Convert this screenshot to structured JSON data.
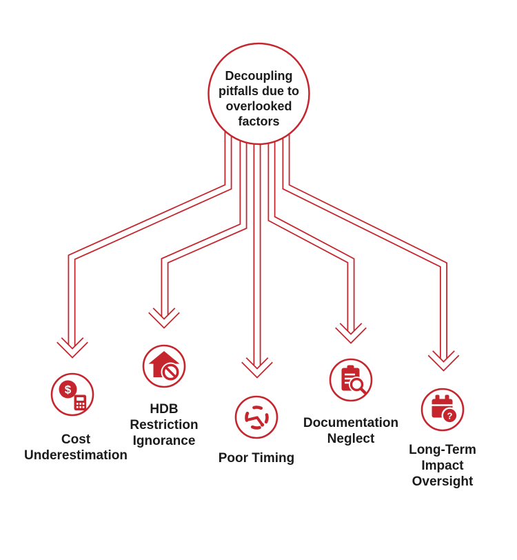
{
  "hub": {
    "label": "Decoupling\npitfalls due to\noverlooked\nfactors"
  },
  "items": [
    {
      "label": "Cost\nUnderestimation",
      "icon": "dollar-calculator-icon"
    },
    {
      "label": "HDB\nRestriction\nIgnorance",
      "icon": "house-prohibited-icon"
    },
    {
      "label": "Poor Timing",
      "icon": "dashed-clock-icon"
    },
    {
      "label": "Documentation\nNeglect",
      "icon": "clipboard-magnifier-icon"
    },
    {
      "label": "Long-Term\nImpact\nOversight",
      "icon": "calendar-question-icon"
    }
  ],
  "colors": {
    "accent_red": "#C5262E",
    "text": "#1A1A1A",
    "background": "#FFFFFF"
  }
}
